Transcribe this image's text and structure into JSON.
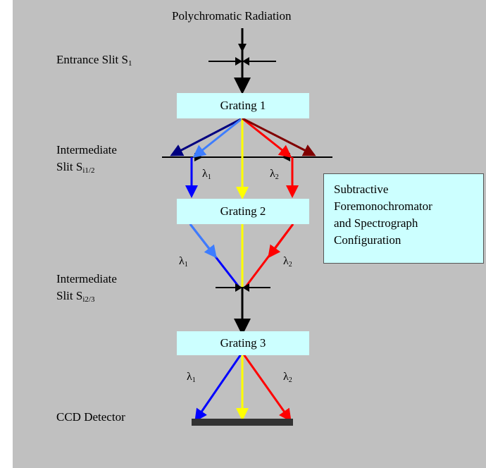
{
  "source_label": "Polychromatic Radiation",
  "slits": {
    "entrance": {
      "text": "Entrance Slit S",
      "sub": "1"
    },
    "intermediate_1": {
      "line1": "Intermediate",
      "line2": "Slit S",
      "sub": "i1/2"
    },
    "intermediate_2": {
      "line1": "Intermediate",
      "line2": "Slit S",
      "sub": "i2/3"
    }
  },
  "gratings": [
    "Grating 1",
    "Grating 2",
    "Grating 3"
  ],
  "detector_label": "CCD Detector",
  "wavelengths": {
    "lambda1": "λ",
    "lambda1_sub": "1",
    "lambda2": "λ",
    "lambda2_sub": "2"
  },
  "config_note": [
    "Subtractive",
    "Foremonochromator",
    "and Spectrograph",
    "Configuration"
  ],
  "colors": {
    "background": "#c0c0c0",
    "box_fill": "#ccffff",
    "central_beam": "#ffff00",
    "lambda1_beam": "#0000ff",
    "lambda1_beam_light": "#3d7dff",
    "lambda1_beam_dark": "#000080",
    "lambda2_beam": "#ff0000",
    "lambda2_beam_dark": "#800000",
    "detector": "#333333"
  }
}
